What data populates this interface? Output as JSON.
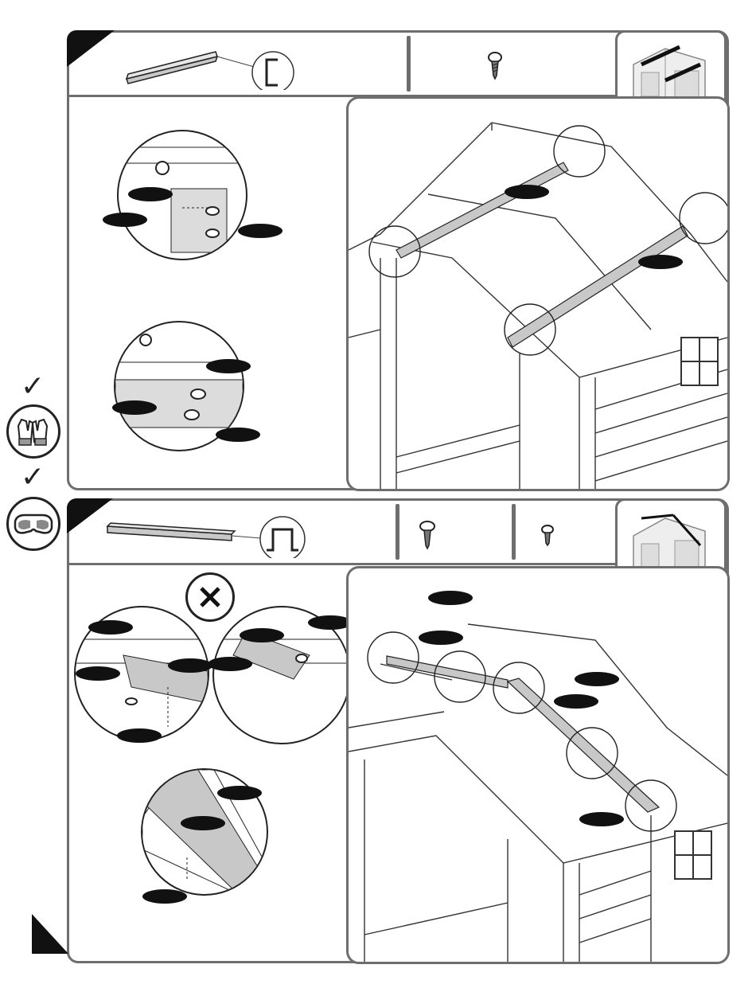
{
  "page": {
    "title": ""
  },
  "colors": {
    "frame": "#6e6e6e",
    "ink": "#111111",
    "part_fill": "#c8c8c8",
    "panel_fill": "#dcdcdc"
  },
  "safety": {
    "icons": [
      "gloves-icon",
      "goggles-icon"
    ],
    "checks": [
      "✓",
      "✓"
    ]
  },
  "step1": {
    "parts": [
      "roof-purlin-channel",
      "screw"
    ],
    "marker": "x-mark-icon",
    "callouts": 2,
    "label_tags": 6
  },
  "step2": {
    "parts": [
      "ridge-beam-channel",
      "screw-large",
      "screw-small"
    ],
    "marker": "x-mark-icon",
    "cross_symbol": "✕",
    "callouts": 3,
    "label_tags": 12
  }
}
